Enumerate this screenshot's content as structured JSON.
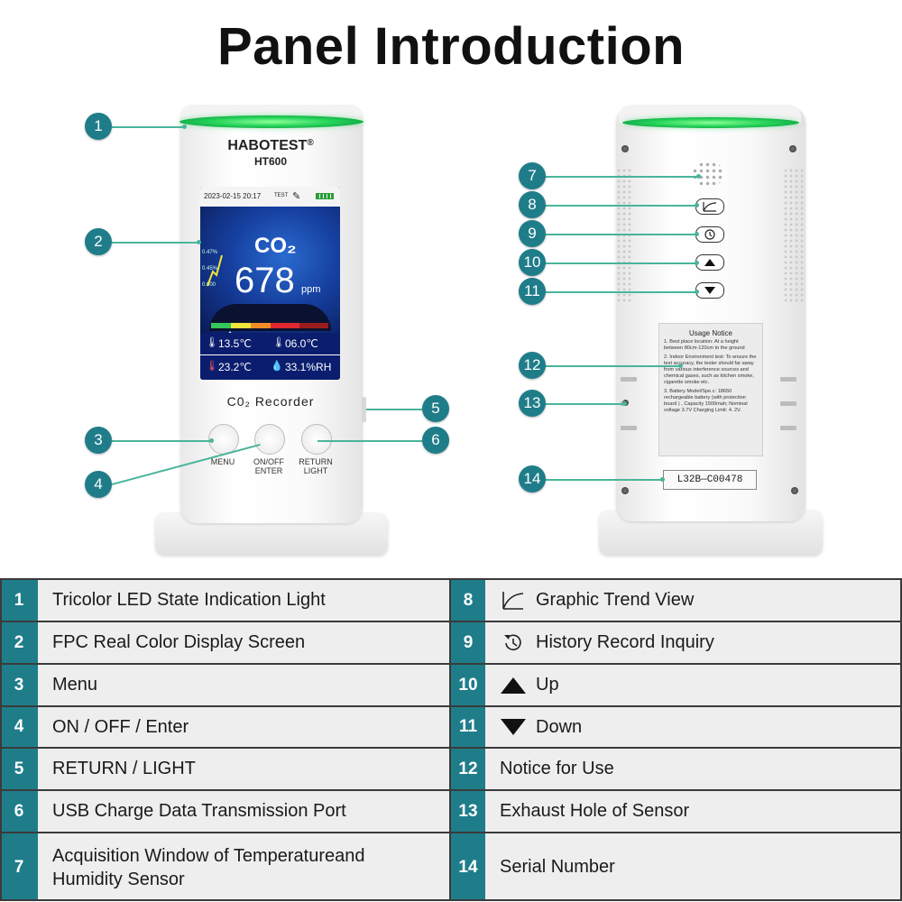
{
  "title": "Panel Introduction",
  "device": {
    "brand": "HABOTEST",
    "brand_mark": "®",
    "model": "HT600",
    "recorder_label": "C0₂  Recorder",
    "screen": {
      "datetime": "2023-02-15 20:17",
      "test_label": "TEST",
      "co2_label": "CO₂",
      "co2_value": "678",
      "co2_unit": "ppm",
      "temp_inner": "13.5℃",
      "temp_outer": "06.0℃",
      "temp_air": "23.2℃",
      "humidity": "33.1%RH",
      "chart_labels": [
        "0.47%",
        "0.45%",
        "0.000"
      ]
    },
    "buttons": {
      "menu": "MENU",
      "onoff": "ON/OFF",
      "enter": "ENTER",
      "return": "RETURN",
      "light": "LIGHT"
    },
    "notice": {
      "title": "Usage Notice",
      "items": [
        "1. Best place location: At a height between 80cm-120cm to the ground",
        "2. Indoor Environment test: To ensure the test accuracy, the tester should far away from various interference sources and chemical gases, such as kitchen smoke, cigarette smoke etc.",
        "3. Battery Model/Spe.c: 18650 rechargeable battery (with protection board ) , Capacity 1500mah;  Nominal voltage 3.7V Charging Limit: 4. 2V."
      ]
    },
    "serial": "L32B—C00478"
  },
  "callouts": [
    "1",
    "2",
    "3",
    "4",
    "5",
    "6",
    "7",
    "8",
    "9",
    "10",
    "11",
    "12",
    "13",
    "14"
  ],
  "table": {
    "left": [
      {
        "num": "1",
        "text": "Tricolor LED State Indication Light"
      },
      {
        "num": "2",
        "text": "FPC Real Color Display Screen"
      },
      {
        "num": "3",
        "text": "Menu"
      },
      {
        "num": "4",
        "text": "ON / OFF / Enter"
      },
      {
        "num": "5",
        "text": "RETURN / LIGHT"
      },
      {
        "num": "6",
        "text": "USB Charge Data Transmission Port"
      },
      {
        "num": "7",
        "text": "Acquisition Window of Temperatureand Humidity Sensor"
      }
    ],
    "right": [
      {
        "num": "8",
        "text": "Graphic Trend View",
        "icon": "trend-icon"
      },
      {
        "num": "9",
        "text": "History Record Inquiry",
        "icon": "history-icon"
      },
      {
        "num": "10",
        "text": "Up",
        "icon": "up-triangle-icon"
      },
      {
        "num": "11",
        "text": "Down",
        "icon": "down-triangle-icon"
      },
      {
        "num": "12",
        "text": "Notice for Use"
      },
      {
        "num": "13",
        "text": "Exhaust Hole of Sensor"
      },
      {
        "num": "14",
        "text": "Serial Number"
      }
    ]
  },
  "colors": {
    "accent_teal": "#1f7d8a",
    "led_green": "#27d55a",
    "leader_line": "#49b59a",
    "row_gray": "#eeeeee"
  }
}
